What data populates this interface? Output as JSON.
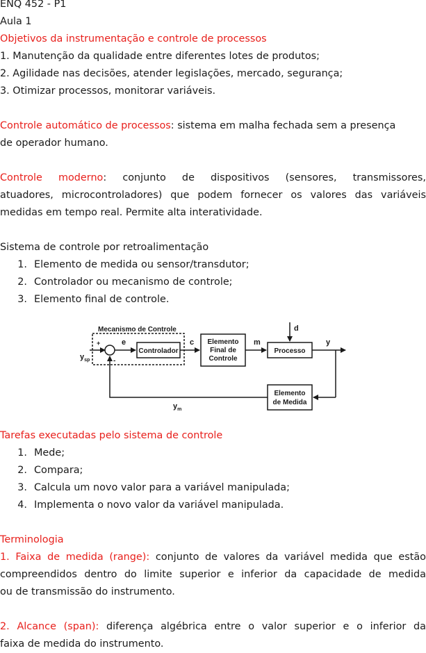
{
  "header": {
    "course": "ENQ 452 - P1",
    "lesson": "Aula 1"
  },
  "objectives": {
    "heading": "Objetivos da instrumentação e controle de processos",
    "items": [
      "1. Manutenção da qualidade entre diferentes lotes de produtos;",
      "2. Agilidade nas decisões, atender legislações, mercado, segurança;",
      "3. Otimizar processos, monitorar variáveis."
    ]
  },
  "auto_control": {
    "term": "Controle automático de processos",
    "line1": ": sistema em malha fechada sem a presença",
    "line2": "de operador humano."
  },
  "modern_control": {
    "term": "Controle moderno",
    "line1": ": conjunto de dispositivos (sensores, transmissores,",
    "line2": "atuadores, microcontroladores) que podem fornecer os valores das variáveis",
    "line3": "medidas em tempo real. Permite alta interatividade."
  },
  "feedback": {
    "title": "Sistema de controle por retroalimentação",
    "items": [
      {
        "num": "1.",
        "text": "Elemento de medida ou sensor/transdutor;"
      },
      {
        "num": "2.",
        "text": "Controlador ou mecanismo de controle;"
      },
      {
        "num": "3.",
        "text": "Elemento final de controle."
      }
    ]
  },
  "diagram": {
    "mechanism_label": "Mecanismo de Controle",
    "controller": "Controlador",
    "final_element": [
      "Elemento",
      "Final de",
      "Controle"
    ],
    "process": "Processo",
    "measure_element": [
      "Elemento",
      "de Medida"
    ],
    "sym_e": "e",
    "sym_c": "c",
    "sym_m": "m",
    "sym_y": "y",
    "sym_d": "d",
    "sym_ysp": "y",
    "sym_ysp_sub": "sp",
    "sym_ym": "y",
    "sym_ym_sub": "m",
    "plus": "+",
    "minus": "-"
  },
  "tasks": {
    "heading": "Tarefas executadas pelo sistema de controle",
    "items": [
      {
        "num": "1.",
        "text": "Mede;"
      },
      {
        "num": "2.",
        "text": "Compara;"
      },
      {
        "num": "3.",
        "text": "Calcula um novo valor para a variável manipulada;"
      },
      {
        "num": "4.",
        "text": "Implementa o novo valor da variável manipulada."
      }
    ]
  },
  "terminology": {
    "heading": "Terminologia",
    "range_term": "1. Faixa de medida (range):",
    "range_line1": " conjunto de valores da variável medida que estão",
    "range_line2": "compreendidos dentro do limite superior e inferior da capacidade de medida",
    "range_line3": "ou de transmissão do instrumento.",
    "span_term": "2. Alcance (span):",
    "span_line1": " diferença algébrica entre o valor superior e o inferior da",
    "span_line2": "faixa de medida do instrumento."
  },
  "colors": {
    "heading_red": "#e8201c",
    "text": "#1a1a1a"
  }
}
